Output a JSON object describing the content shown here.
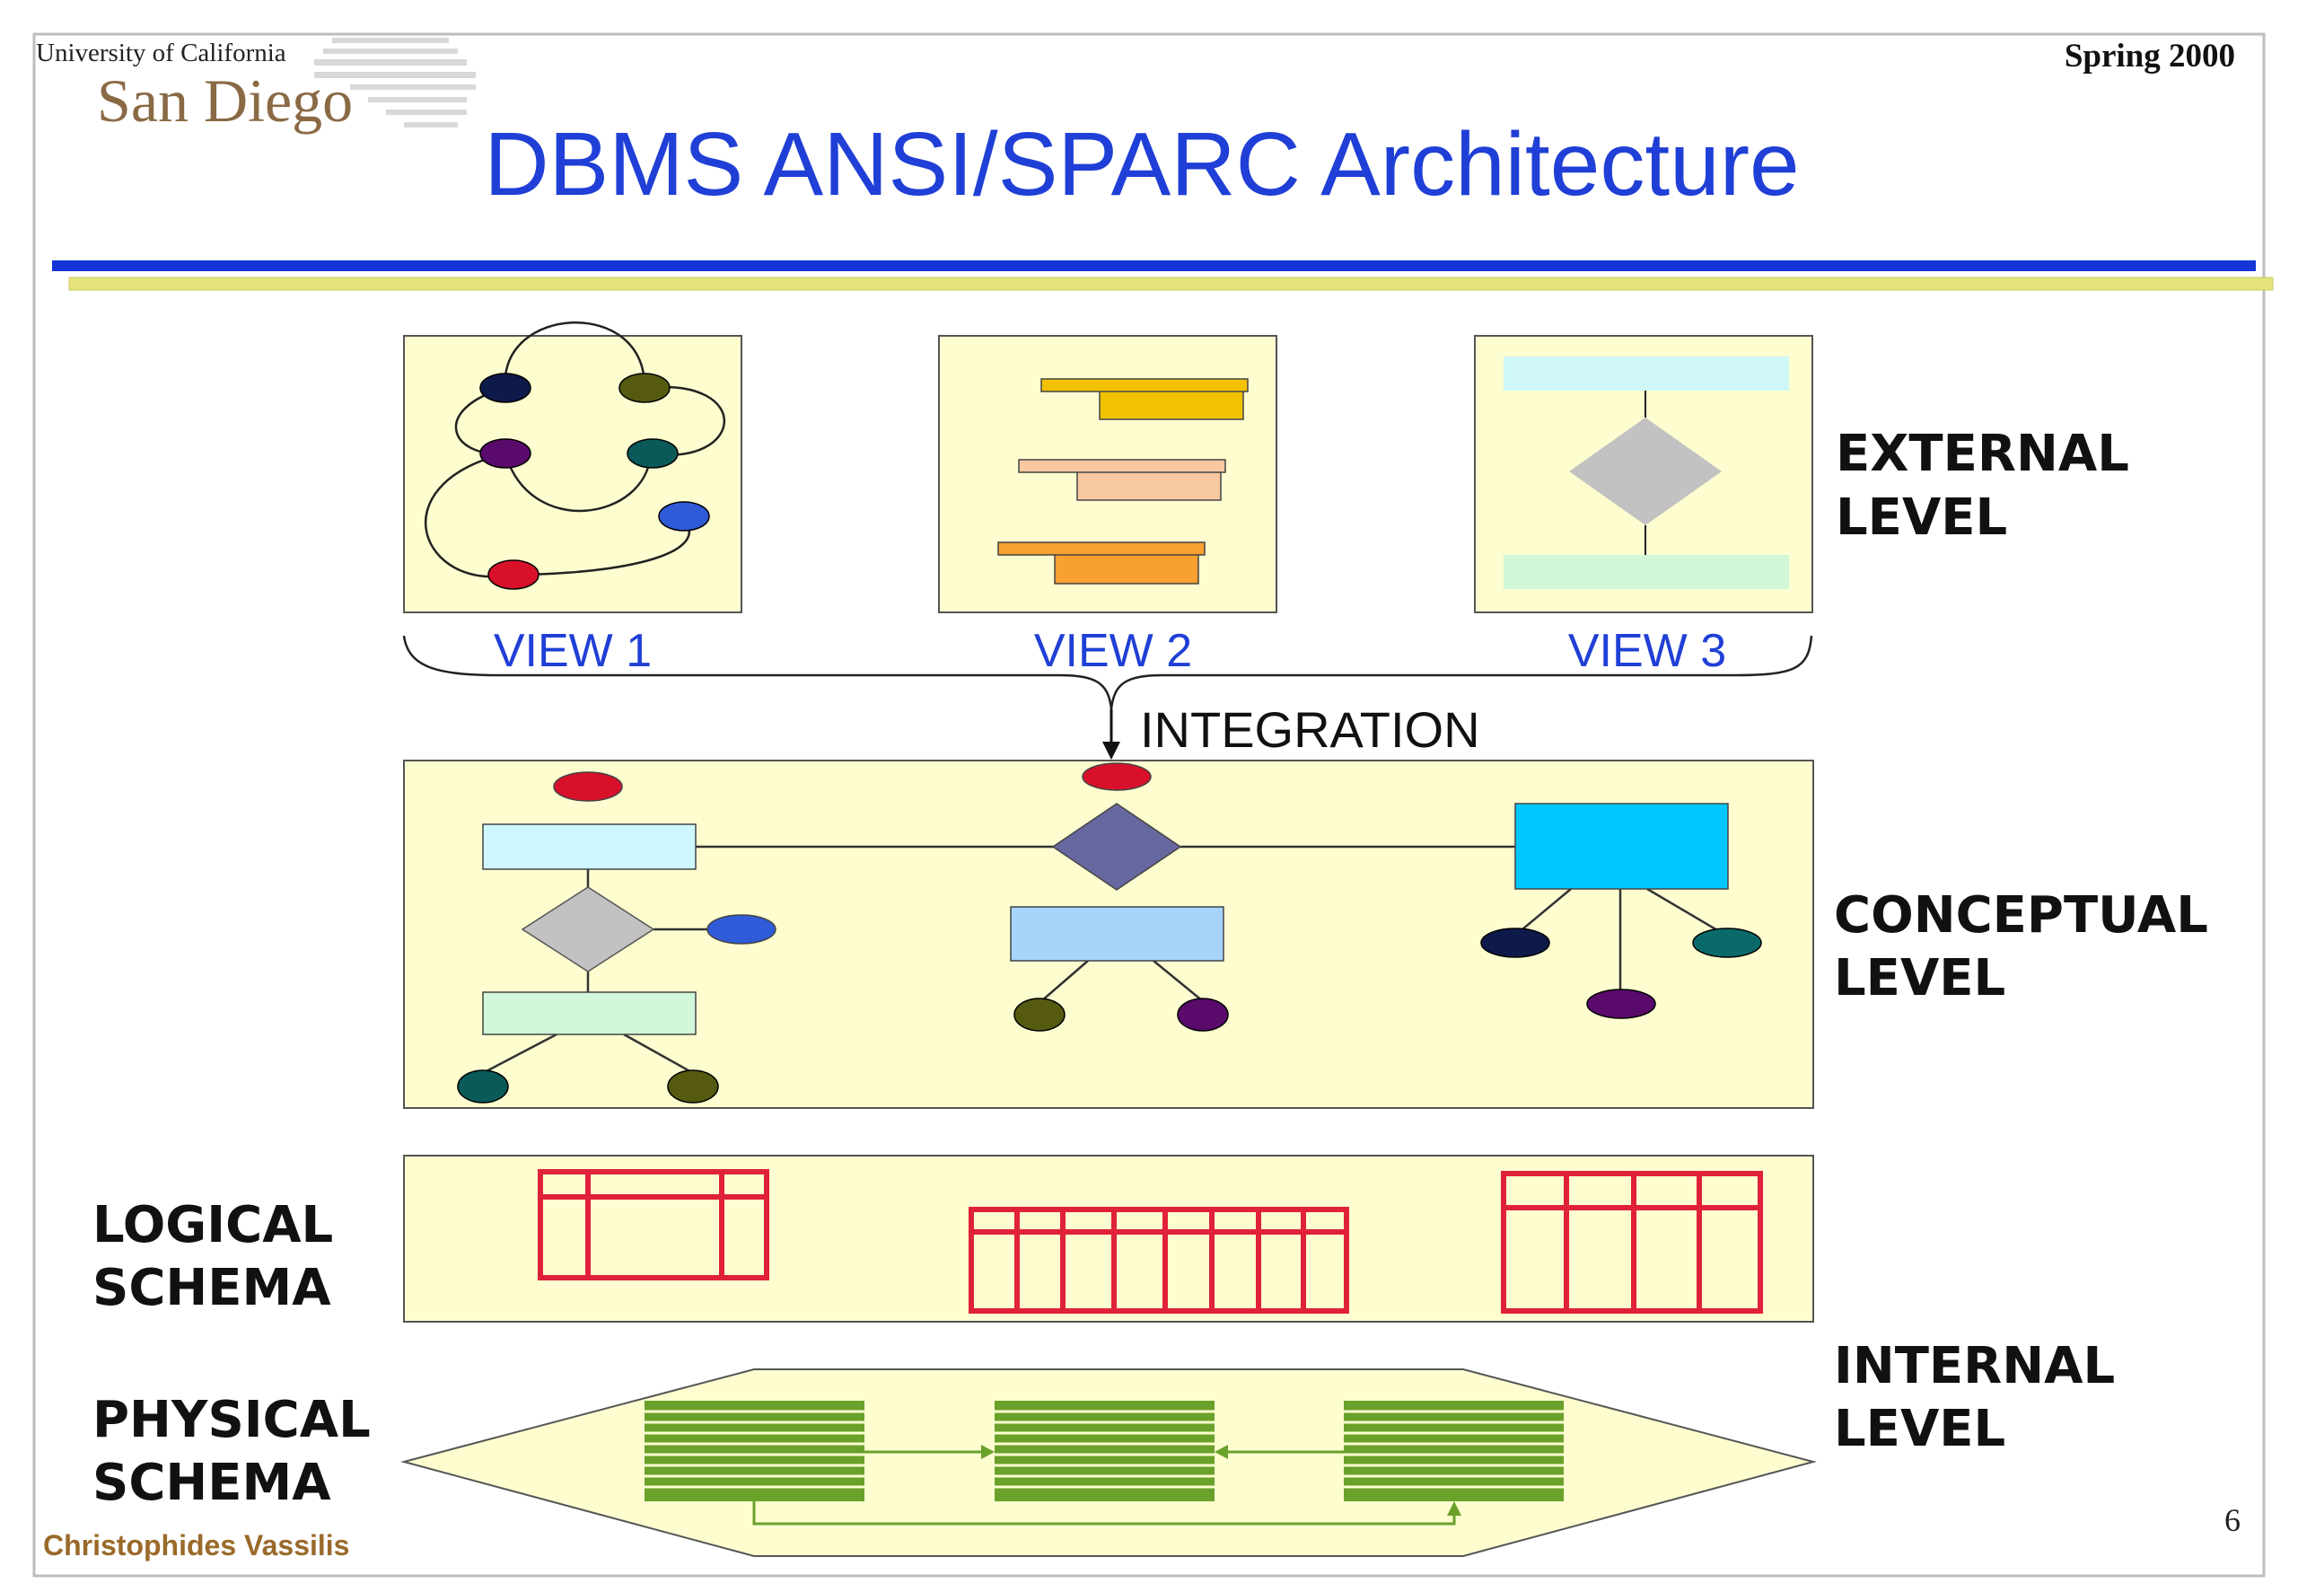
{
  "header": {
    "university_line": "University of California",
    "campus": "San Diego",
    "date": "Spring 2000",
    "title": "DBMS ANSI/SPARC Architecture"
  },
  "views": [
    {
      "label": "VIEW 1"
    },
    {
      "label": "VIEW 2"
    },
    {
      "label": "VIEW 3"
    }
  ],
  "integration_label": "INTEGRATION",
  "levels": {
    "external": [
      "EXTERNAL",
      "LEVEL"
    ],
    "conceptual": [
      "CONCEPTUAL",
      "LEVEL"
    ],
    "internal": [
      "INTERNAL",
      "LEVEL"
    ]
  },
  "schemas": {
    "logical": [
      "LOGICAL",
      "SCHEMA"
    ],
    "physical": [
      "PHYSICAL",
      "SCHEMA"
    ]
  },
  "footer": {
    "author": "Christophides Vassilis",
    "page_number": "6"
  },
  "colors": {
    "title_blue": "#1f3fd6",
    "rule_blue": "#1535d6",
    "rule_yellow": "#e4e47a",
    "panel_fill": "#fdfdd0",
    "table_red": "#e0213a",
    "stripe_green": "#6aa12a",
    "author_brown": "#9a6a2a"
  }
}
